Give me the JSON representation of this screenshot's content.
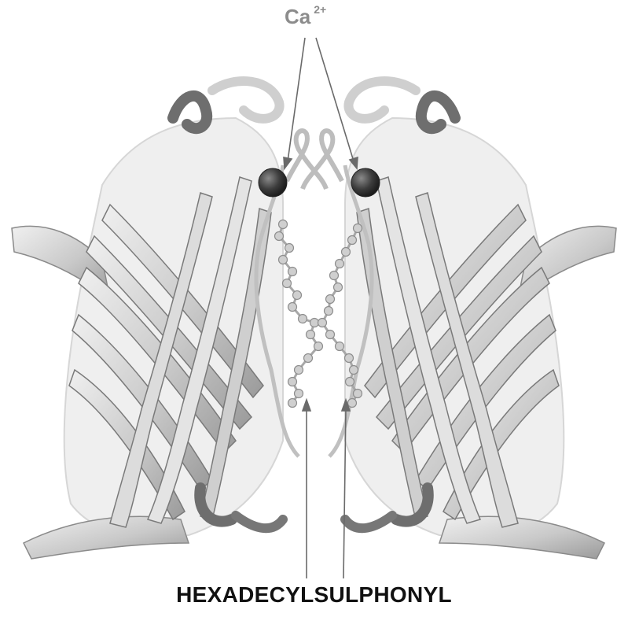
{
  "labels": {
    "ion_symbol": "Ca",
    "ion_charge": "2+",
    "ligand_name": "HEXADECYLSULPHONYL"
  },
  "colors": {
    "ribbon_light": "#e6e6e6",
    "ribbon_mid": "#c4c4c4",
    "ribbon_dark": "#6e6e6e",
    "ion_sphere": "#3c3c3c",
    "annotation_gray": "#8c8c8c",
    "label_dark": "#111111"
  },
  "structure": {
    "description_icon": "protein-ribbon-dimer",
    "monomers": 2,
    "ions": 2,
    "ligand_chains": 2
  }
}
